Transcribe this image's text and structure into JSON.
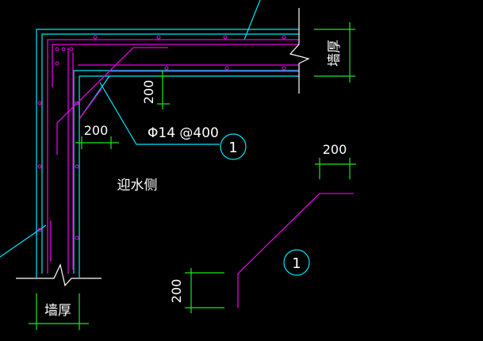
{
  "colors": {
    "background": "#000000",
    "wall_outline": "#00e5ff",
    "rebar": "#e600e6",
    "dimension": "#1ee61e",
    "text": "#ffffff",
    "break_line": "#ffffff"
  },
  "labels": {
    "wall_thickness_right": "墙厚",
    "wall_thickness_bottom": "墙厚",
    "dim_vertical_corner": "200",
    "dim_horizontal_corner": "200",
    "dim_right_top": "200",
    "dim_right_bottom": "200",
    "rebar_spec": "Φ14 @400",
    "callout_main": "1",
    "callout_detail": "1",
    "water_side": "迎水侧"
  }
}
